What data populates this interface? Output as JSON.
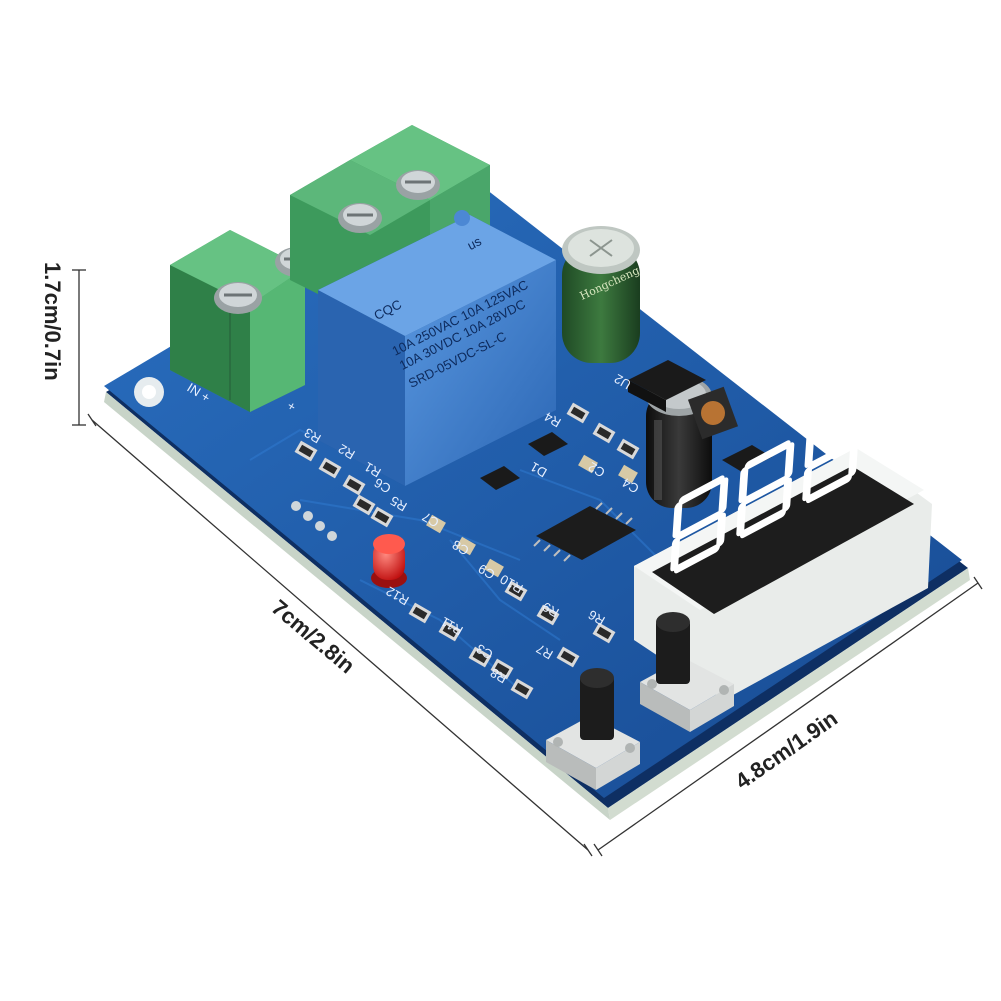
{
  "dimensions": {
    "height": "1.7cm/0.7in",
    "length": "7cm/2.8in",
    "width": "4.8cm/1.9in"
  },
  "relay": {
    "model": "SRD-05VDC-SL-C",
    "rating_line1": "10A 250VAC 10A 125VAC",
    "rating_line2": "10A 30VDC 10A 28VDC",
    "cert_left": "CQC",
    "cert_right": "us"
  },
  "capacitor_text": "Hongcheng",
  "silkscreen": {
    "input": "IN +",
    "relay_plus": "+",
    "labels": [
      "R3",
      "R2",
      "R1",
      "C6",
      "R5",
      "C7",
      "C8",
      "C9",
      "R10",
      "R12",
      "R11",
      "C3",
      "R8",
      "R7",
      "R6",
      "R4",
      "D1",
      "C2",
      "C4",
      "U2",
      "R9"
    ]
  },
  "display": {
    "digits": "888"
  },
  "colors": {
    "pcb": "#1e5aa8",
    "terminal": "#4caa6c",
    "relay": "#3d7fd0",
    "led": "#e02020",
    "display_segment": "#ffffff"
  }
}
